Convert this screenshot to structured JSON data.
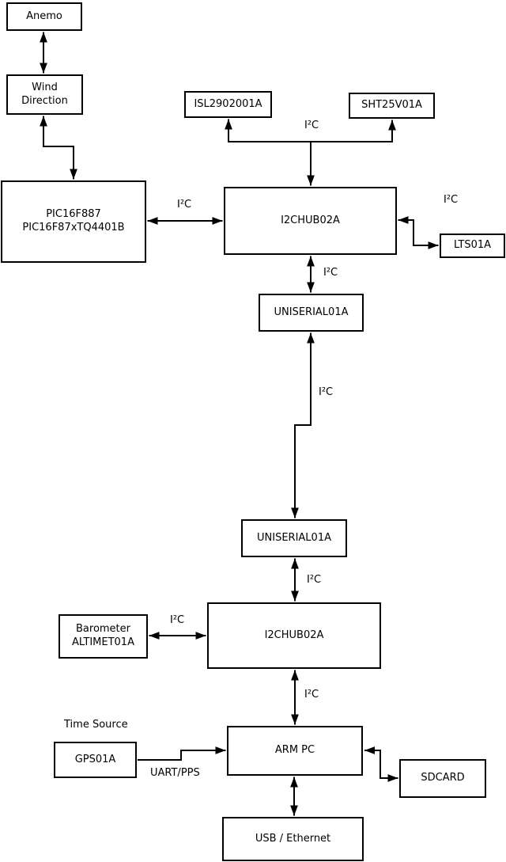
{
  "colors": {
    "background": "#ffffff",
    "box_fill": "#ffffff",
    "box_border": "#000000",
    "line": "#000000",
    "text": "#000000"
  },
  "nodes": {
    "anemo": {
      "label": "Anemo"
    },
    "wind": {
      "label": "Wind\nDirection"
    },
    "pic": {
      "label": "PIC16F887\nPIC16F87xTQ4401B"
    },
    "isl": {
      "label": "ISL2902001A"
    },
    "sht": {
      "label": "SHT25V01A"
    },
    "hub1": {
      "label": "I2CHUB02A"
    },
    "lts": {
      "label": "LTS01A"
    },
    "uniserial1": {
      "label": "UNISERIAL01A"
    },
    "uniserial2": {
      "label": "UNISERIAL01A"
    },
    "hub2": {
      "label": "I2CHUB02A"
    },
    "barometer": {
      "label": "Barometer\nALTIMET01A"
    },
    "gps": {
      "label": "GPS01A"
    },
    "armpc": {
      "label": "ARM PC"
    },
    "sdcard": {
      "label": "SDCARD"
    },
    "usb_ethernet": {
      "label": "USB / Ethernet"
    }
  },
  "edge_labels": {
    "i2c_sensor_bus": "I²C",
    "i2c_pic_hub1": "I²C",
    "i2c_hub1_lts": "I²C",
    "i2c_hub1_uniserial1": "I²C",
    "i2c_uniserial_link": "I²C",
    "i2c_uniserial2_hub2": "I²C",
    "i2c_barometer_hub2": "I²C",
    "i2c_hub2_armpc": "I²C",
    "time_source": "Time Source",
    "uart_pps": "UART/PPS"
  }
}
